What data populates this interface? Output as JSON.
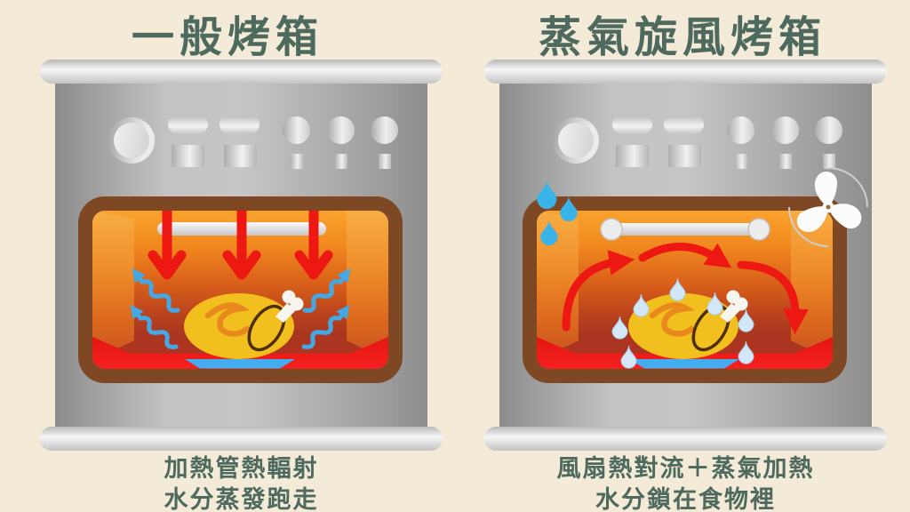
{
  "background_color": "#f4ead8",
  "text_color": "#4e6a5e",
  "panels": {
    "left": {
      "title": "一般烤箱",
      "captions": [
        "加熱管熱輻射",
        "水分蒸發跑走"
      ]
    },
    "right": {
      "title": "蒸氣旋風烤箱",
      "captions": [
        "風扇熱對流＋蒸氣加熱",
        "水分鎖在食物裡"
      ]
    }
  },
  "colors": {
    "oven_body_gray": "#b5b5b5",
    "rail_gray": "#e3e3e3",
    "window_frame_brown": "#7e4825",
    "cavity_top_orange": "#f9a32c",
    "cavity_bottom_red": "#ee1b15",
    "heat_arrow_red": "#ee1813",
    "steam_arrow_blue": "#45a7e3",
    "water_drop_blue": "#3ab3e8",
    "moisture_drop_pale": "#d4e7f8",
    "chicken_gold": "#f2c01e",
    "chicken_wing_orange": "#e9891d",
    "drumstick_outline": "#4f2f0a",
    "bone_white": "#f7f5f0",
    "plate_blue": "#44adf0",
    "heating_tube_silver": "#e8e8e8",
    "fan_white": "#fcfcfc"
  },
  "icons": {
    "heating_tube": "horizontal metal heating rod",
    "heat_arrow_down": "thick red arrow pointing down",
    "steam_wave_arrow": "blue wavy arrow rising outward",
    "convection_arrow": "red curved circulation arrow",
    "water_drop": "blue water droplet",
    "moisture_drop": "pale blue droplet on food",
    "fan": "white 3-blade propeller fan",
    "roast_chicken": "roast chicken on blue plate"
  }
}
